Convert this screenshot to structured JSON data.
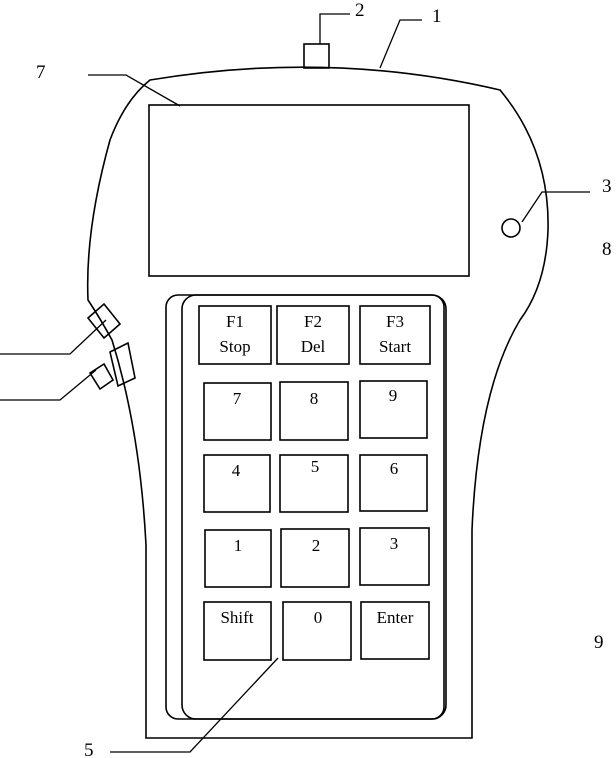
{
  "callouts": {
    "c1": "1",
    "c2": "2",
    "c3": "3",
    "c5": "5",
    "c7": "7",
    "c8": "8",
    "c9": "9"
  },
  "keys": {
    "f1_line1": "F1",
    "f1_line2": "Stop",
    "f2_line1": "F2",
    "f2_line2": "Del",
    "f3_line1": "F3",
    "f3_line2": "Start",
    "k7": "7",
    "k8": "8",
    "k9": "9",
    "k4": "4",
    "k5": "5",
    "k6": "6",
    "k1": "1",
    "k2": "2",
    "k3": "3",
    "shift": "Shift",
    "k0": "0",
    "enter": "Enter"
  }
}
